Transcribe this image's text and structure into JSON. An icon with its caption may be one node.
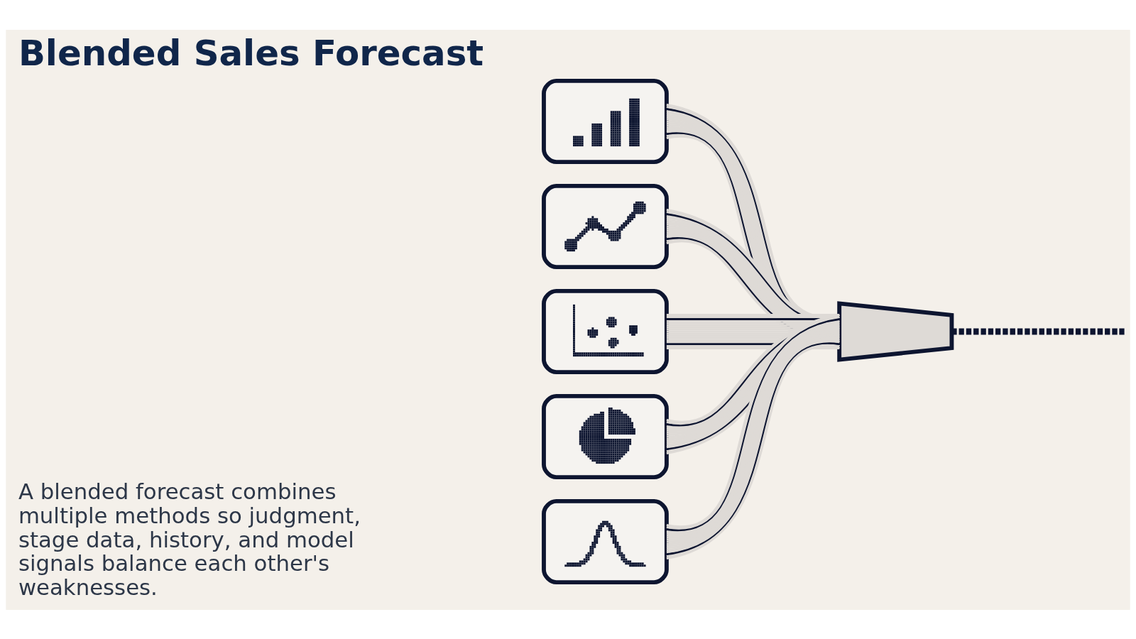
{
  "diagram": {
    "title": "Blended Sales Forecast",
    "nodes": [
      {
        "text": [],
        "shape": "picture"
      },
      {
        "text": [],
        "shape": "picture"
      },
      {
        "text": [],
        "shape": "picture"
      },
      {
        "text": [],
        "shape": "picture"
      },
      {
        "text": [],
        "shape": "picture"
      },
      {
        "text": [],
        "shape": "trapezoid"
      }
    ],
    "edges": [
      {
        "from": 0,
        "to": 5,
        "arrow": "none"
      },
      {
        "from": 1,
        "to": 5,
        "arrow": "none"
      },
      {
        "from": 2,
        "to": 5,
        "arrow": "none"
      },
      {
        "from": 3,
        "to": 5,
        "arrow": "none"
      },
      {
        "from": 4,
        "to": 5,
        "arrow": "none"
      },
      {
        "from": 5,
        "to": null,
        "arrow": "none",
        "style": "dashed",
        "color": "#0d1530"
      }
    ],
    "labels": [
      "A blended forecast combines multiple methods so judgment, stage data, history, and model signals balance each other's weaknesses."
    ]
  }
}
